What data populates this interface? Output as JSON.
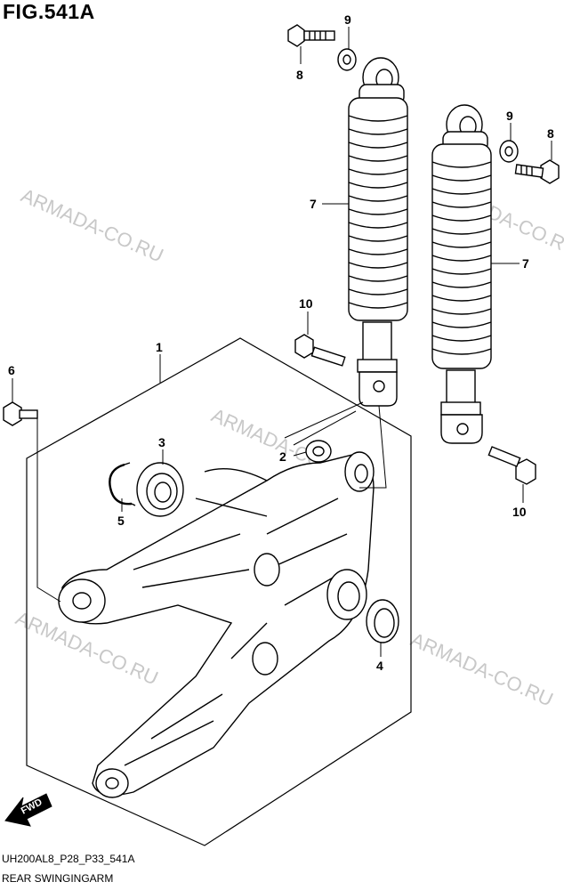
{
  "figure": {
    "title": "FIG.541A"
  },
  "watermarks": [
    "ARMADA-CO.RU",
    "ARMADA-CO.RU",
    "ARMADA-CO.RU",
    "ARMADA-CO.RU",
    "ARMADA-CO.RU"
  ],
  "callouts": {
    "c1": "1",
    "c2": "2",
    "c3": "3",
    "c4": "4",
    "c5": "5",
    "c6": "6",
    "c7a": "7",
    "c7b": "7",
    "c8a": "8",
    "c8b": "8",
    "c9a": "9",
    "c9b": "9",
    "c10a": "10",
    "c10b": "10"
  },
  "fwd_label": "FWD",
  "footer": {
    "code": "UH200AL8_P28_P33_541A",
    "title": "REAR SWINGINGARM"
  }
}
